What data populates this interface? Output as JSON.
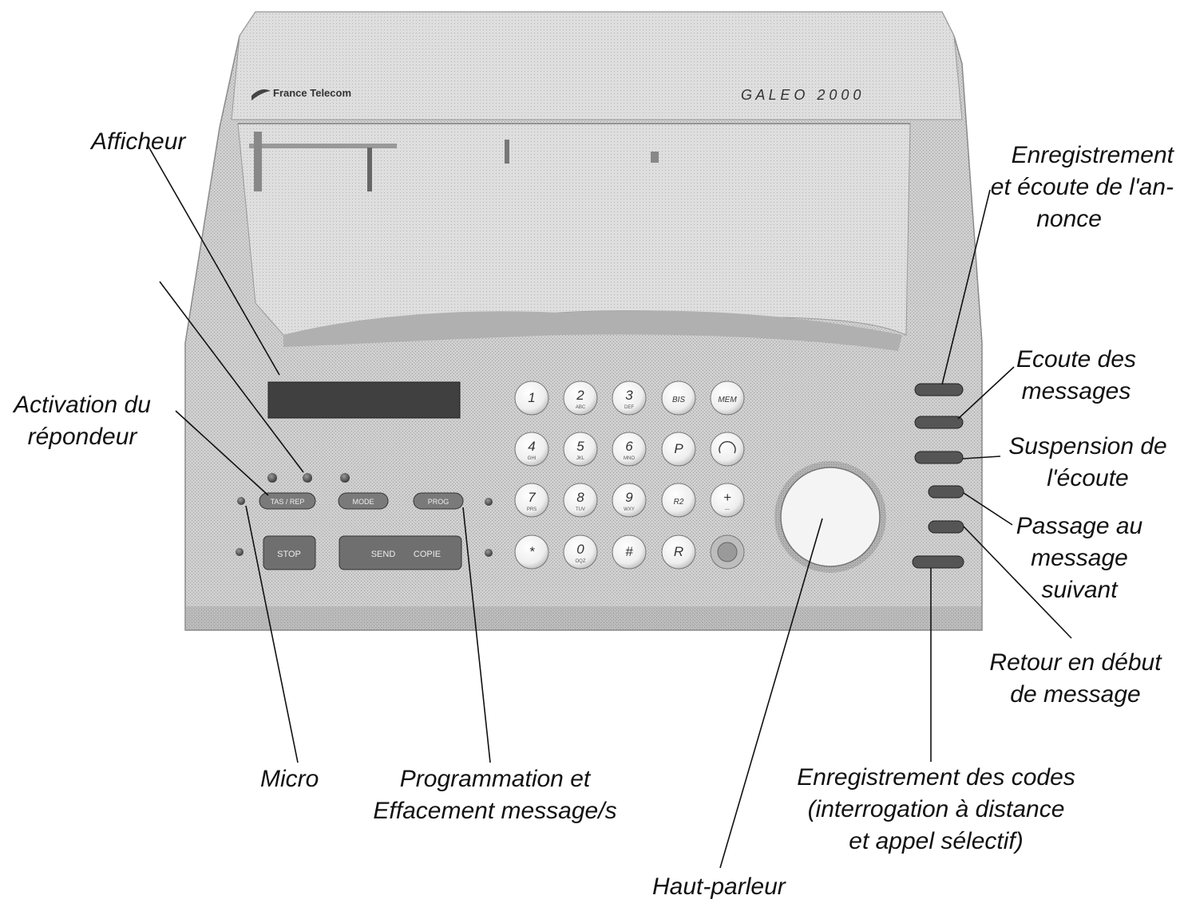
{
  "device": {
    "brand": "France Telecom",
    "model": "G A L E O   2 0 0 0",
    "keypad": [
      {
        "main": "1",
        "sub": ""
      },
      {
        "main": "2",
        "sub": "ABC"
      },
      {
        "main": "3",
        "sub": "DEF"
      },
      {
        "main": "BIS",
        "sub": ""
      },
      {
        "main": "MEM",
        "sub": ""
      },
      {
        "main": "4",
        "sub": "GHI"
      },
      {
        "main": "5",
        "sub": "JKL"
      },
      {
        "main": "6",
        "sub": "MNO"
      },
      {
        "main": "P",
        "sub": ""
      },
      {
        "main": "",
        "sub": ""
      },
      {
        "main": "7",
        "sub": "PRS"
      },
      {
        "main": "8",
        "sub": "TUV"
      },
      {
        "main": "9",
        "sub": "WXY"
      },
      {
        "main": "R2",
        "sub": ""
      },
      {
        "main": "+",
        "sub": "—"
      },
      {
        "main": "*",
        "sub": ""
      },
      {
        "main": "0",
        "sub": "OQZ"
      },
      {
        "main": "#",
        "sub": ""
      },
      {
        "main": "R",
        "sub": ""
      },
      {
        "main": "",
        "sub": ""
      }
    ],
    "buttons": {
      "answering": "TAS / REP",
      "mode": "MODE",
      "prog": "PROG",
      "stop": "STOP",
      "send": "SEND",
      "copy": "COPIE"
    }
  },
  "labels": {
    "afficheur": "Afficheur",
    "activation": [
      "Activation du",
      "répondeur"
    ],
    "enregistrement_annonce": [
      "Enregistrement",
      "et écoute de l'an-",
      "nonce"
    ],
    "ecoute": [
      "Ecoute des",
      "messages"
    ],
    "suspension": [
      "Suspension de",
      "l'écoute"
    ],
    "passage": [
      "Passage au",
      "message",
      "suivant"
    ],
    "retour": [
      "Retour en début",
      "de message"
    ],
    "micro": "Micro",
    "programmation": [
      "Programmation et",
      "Effacement message/s"
    ],
    "enregistrement_codes": [
      "Enregistrement des codes",
      "(interrogation à distance",
      "et appel sélectif)"
    ],
    "haut_parleur": "Haut-parleur"
  }
}
